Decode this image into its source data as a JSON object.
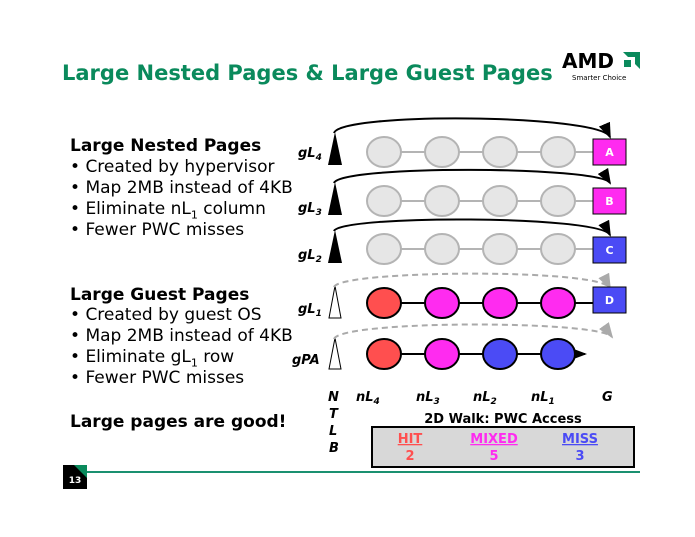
{
  "title": "Large Nested Pages  & Large Guest Pages",
  "logo": {
    "brand": "AMD",
    "tagline": "Smarter Choice"
  },
  "left": {
    "nested_heading": "Large Nested Pages",
    "nested_bullets": [
      "Created by hypervisor",
      "Map 2MB instead of 4KB",
      "Eliminate nL",
      "Fewer PWC misses"
    ],
    "nested_bullet3_sub": "1",
    "nested_bullet3_tail": " column",
    "guest_heading": "Large Guest Pages",
    "guest_bullets": [
      "Created by guest OS",
      "Map 2MB instead of 4KB",
      "Eliminate gL",
      "Fewer PWC misses"
    ],
    "guest_bullet3_sub": "1",
    "guest_bullet3_tail": " row",
    "conclusion": "Large pages are good!"
  },
  "diagram": {
    "rows": [
      {
        "label": "gL",
        "sub": "4",
        "box": "A",
        "box_color": "#ff2bf0"
      },
      {
        "label": "gL",
        "sub": "3",
        "box": "B",
        "box_color": "#ff2bf0"
      },
      {
        "label": "gL",
        "sub": "2",
        "box": "C",
        "box_color": "#4b4bf5"
      },
      {
        "label": "gL",
        "sub": "1",
        "box": "D",
        "box_color": "#4b4bf5"
      },
      {
        "label": "gPA",
        "sub": ""
      }
    ],
    "columns": [
      {
        "label": "nL",
        "sub": "4"
      },
      {
        "label": "nL",
        "sub": "3"
      },
      {
        "label": "nL",
        "sub": "2"
      },
      {
        "label": "nL",
        "sub": "1"
      },
      {
        "label": "G",
        "sub": ""
      }
    ],
    "ntlb": [
      "N",
      "T",
      "L",
      "B"
    ],
    "walk_title": "2D Walk: PWC Access",
    "legend": [
      {
        "label": "HIT",
        "count": "2",
        "color": "#ff4f4f"
      },
      {
        "label": "MIXED",
        "count": "5",
        "color": "#ff2bf0"
      },
      {
        "label": "MISS",
        "count": "3",
        "color": "#4b4bf5"
      }
    ]
  },
  "slide_number": "13"
}
